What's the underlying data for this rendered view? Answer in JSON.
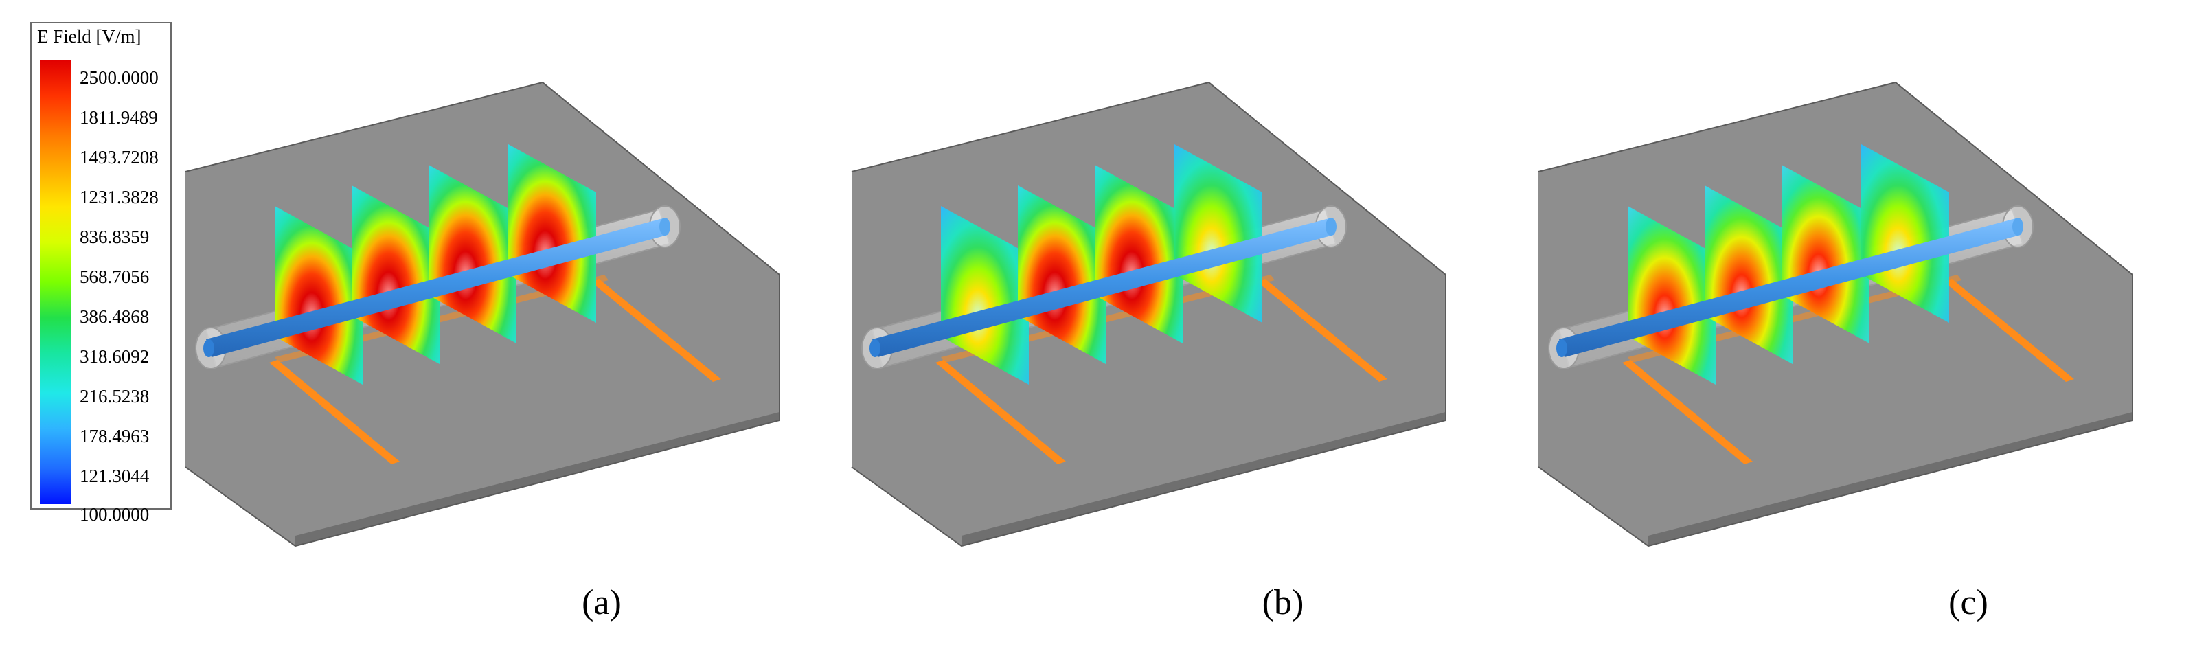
{
  "legend": {
    "title": "E Field [V/m]",
    "values": [
      "2500.0000",
      "1811.9489",
      "1493.7208",
      "1231.3828",
      "836.8359",
      "568.7056",
      "386.4868",
      "318.6092",
      "216.5238",
      "178.4963",
      "121.3044",
      "100.0000"
    ],
    "colors": [
      "#e10000",
      "#ff3300",
      "#ff7a00",
      "#ffb000",
      "#ffe600",
      "#d8ff00",
      "#7cff00",
      "#22e04a",
      "#18e6a0",
      "#20e8e8",
      "#2fb4ff",
      "#1f6cff",
      "#0014ff"
    ]
  },
  "panels": [
    {
      "caption": "(a)"
    },
    {
      "caption": "(b)"
    },
    {
      "caption": "(c)"
    }
  ],
  "colors": {
    "board_top": "#8e8e8e",
    "board_side": "#6f6f6f",
    "board_edge": "#5a5a5a",
    "trace": "#ff8c1a",
    "rod": "#3f93e6",
    "tube": "#d8d8d8"
  }
}
